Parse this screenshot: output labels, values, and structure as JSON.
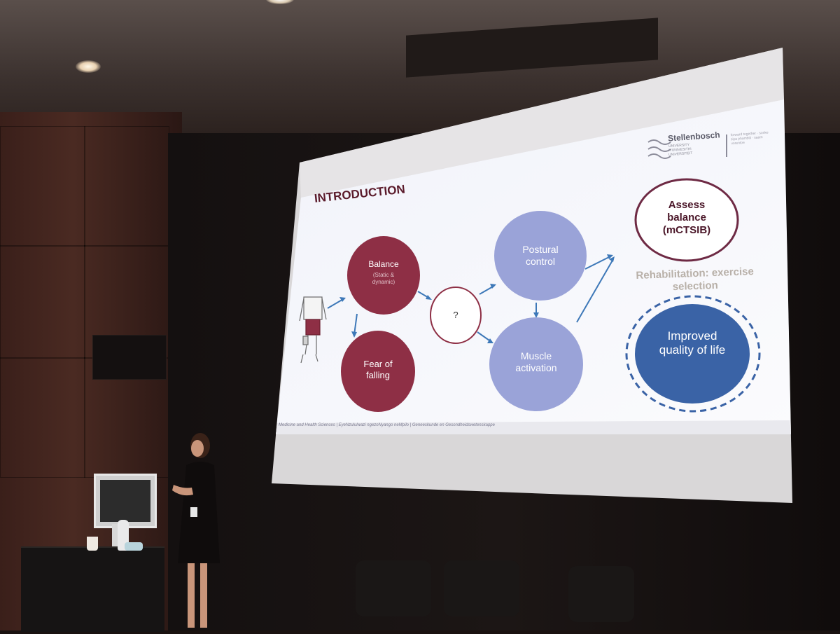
{
  "slide": {
    "heading": "INTRODUCTION",
    "logo": {
      "name": "Stellenbosch",
      "sub1": "UNIVERSITY",
      "sub2": "IYUNIVESITHI",
      "sub3": "UNIVERSITEIT",
      "tagline": "forward together · sonke siya phambili · saam vorentoe"
    },
    "nodes": {
      "balance": "Balance",
      "balance_sub": "(Static & dynamic)",
      "fear": "Fear of falling",
      "question": "?",
      "postural": "Postural control",
      "muscle": "Muscle activation",
      "assess": "Assess balance (mCTSIB)",
      "rehab": "Rehabilitation: exercise selection",
      "improved": "Improved quality of life"
    },
    "footer": "Medicine and Health Sciences | EyeNzululwazi ngezoNyango neMpilo | Geneeskunde en Gesondheidswetenskappe",
    "colors": {
      "maroon": "#8e2f45",
      "lavender": "#9aa3d8",
      "navy": "#3a63a6",
      "heading": "#5a1a2a",
      "rehab": "#b8b0a8"
    }
  },
  "scene": {
    "icons": [
      "ceiling-light-icon",
      "amputee-figure-icon",
      "university-logo-icon"
    ]
  }
}
